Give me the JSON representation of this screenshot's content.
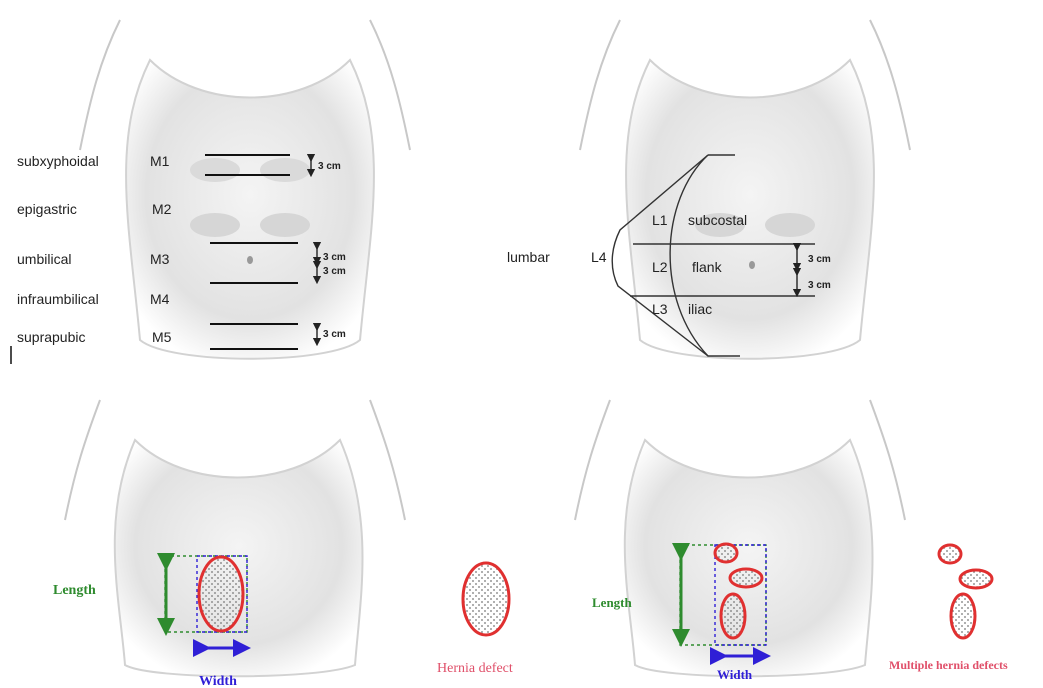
{
  "panel_midline": {
    "rows": [
      {
        "name": "subxyphoidal",
        "code": "M1"
      },
      {
        "name": "epigastric",
        "code": "M2"
      },
      {
        "name": "umbilical",
        "code": "M3"
      },
      {
        "name": "infraumbilical",
        "code": "M4"
      },
      {
        "name": "suprapubic",
        "code": "M5"
      }
    ],
    "dims": [
      "3 cm",
      "3 cm",
      "3 cm",
      "3 cm"
    ]
  },
  "panel_lateral": {
    "lumbar": "lumbar",
    "l4": "L4",
    "rows": [
      {
        "code": "L1",
        "name": "subcostal"
      },
      {
        "code": "L2",
        "name": "flank"
      },
      {
        "code": "L3",
        "name": "iliac"
      }
    ],
    "dims": [
      "3 cm",
      "3 cm"
    ]
  },
  "panel_single": {
    "length": "Length",
    "width": "Width",
    "caption": "Hernia defect"
  },
  "panel_multiple": {
    "length": "Length",
    "width": "Width",
    "caption": "Multiple hernia defects"
  },
  "colors": {
    "green": "#2e8b2e",
    "blue": "#2f1fd6",
    "red": "#e03030",
    "caption_red": "#e0506a"
  }
}
